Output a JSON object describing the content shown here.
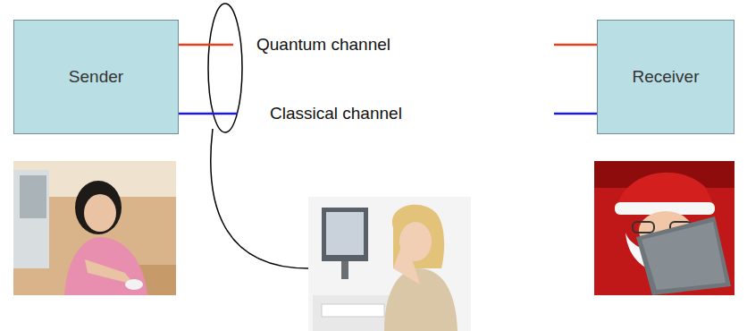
{
  "diagram": {
    "nodes": [
      {
        "text": [
          "Sender"
        ]
      },
      {
        "text": [
          "Receiver"
        ]
      }
    ],
    "edges": [
      {
        "from": 0,
        "to": 1,
        "arrow": "none",
        "label": "Quantum channel"
      },
      {
        "from": 0,
        "to": 1,
        "arrow": "none",
        "label": "Classical channel"
      }
    ]
  }
}
